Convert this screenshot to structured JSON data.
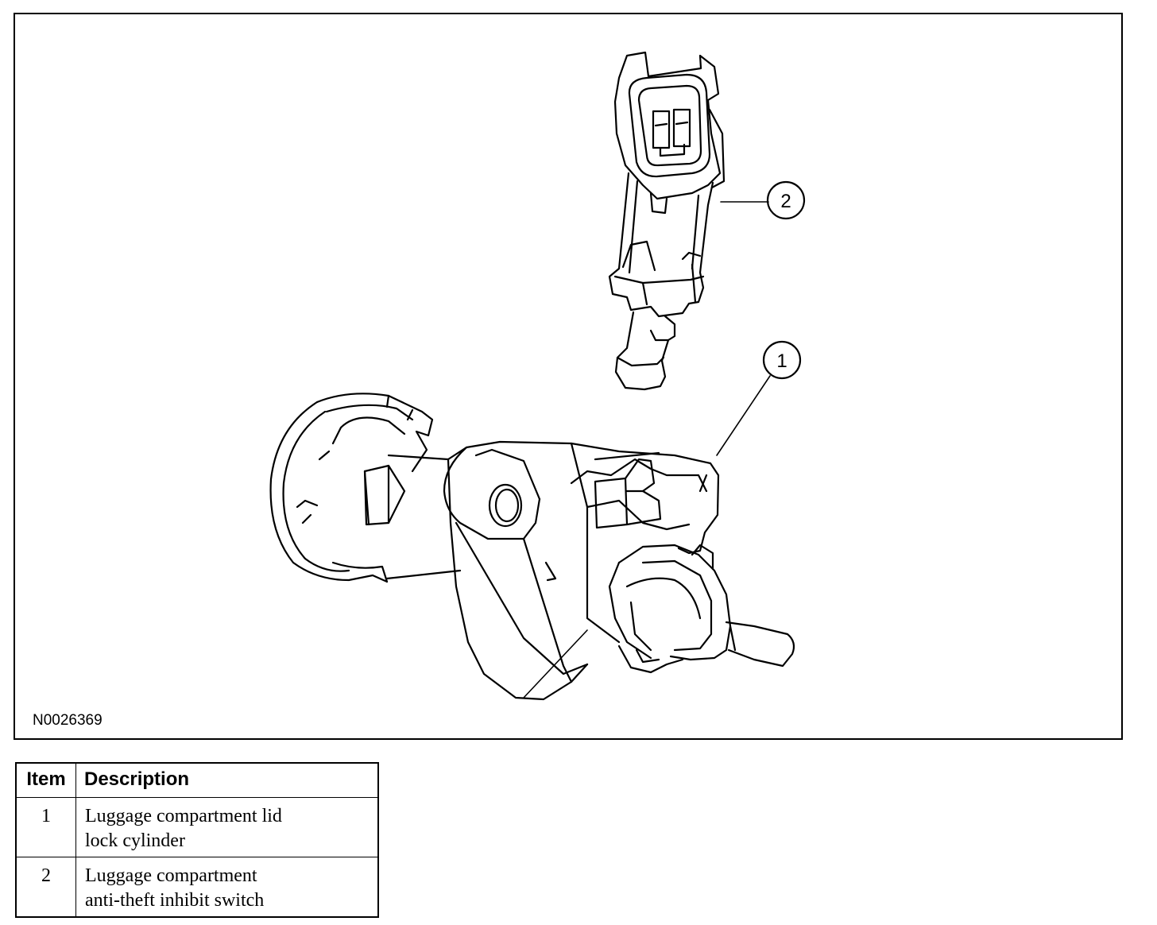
{
  "figure": {
    "id": "N0026369",
    "callouts": [
      {
        "number": "1"
      },
      {
        "number": "2"
      }
    ]
  },
  "legend": {
    "header_item": "Item",
    "header_description": "Description",
    "rows": [
      {
        "item": "1",
        "line1": "Luggage compartment lid",
        "line2": "lock cylinder"
      },
      {
        "item": "2",
        "line1": "Luggage compartment",
        "line2": "anti-theft inhibit switch"
      }
    ]
  }
}
